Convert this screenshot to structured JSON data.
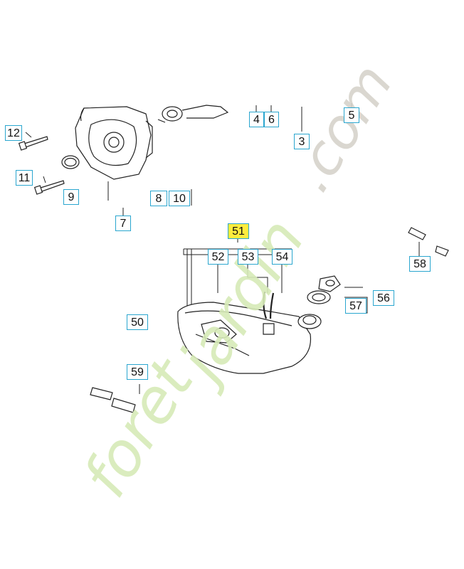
{
  "diagram": {
    "callouts": [
      {
        "id": "12",
        "label": "12"
      },
      {
        "id": "11",
        "label": "11"
      },
      {
        "id": "9",
        "label": "9"
      },
      {
        "id": "7",
        "label": "7"
      },
      {
        "id": "8",
        "label": "8"
      },
      {
        "id": "10",
        "label": "10"
      },
      {
        "id": "4",
        "label": "4"
      },
      {
        "id": "6",
        "label": "6"
      },
      {
        "id": "3",
        "label": "3"
      },
      {
        "id": "5",
        "label": "5"
      },
      {
        "id": "51",
        "label": "51",
        "highlighted": true
      },
      {
        "id": "52",
        "label": "52"
      },
      {
        "id": "53",
        "label": "53"
      },
      {
        "id": "54",
        "label": "54"
      },
      {
        "id": "50",
        "label": "50"
      },
      {
        "id": "57",
        "label": "57"
      },
      {
        "id": "56",
        "label": "56"
      },
      {
        "id": "58",
        "label": "58"
      },
      {
        "id": "59",
        "label": "59"
      }
    ]
  },
  "watermark": {
    "text": "foretjardin.com",
    "color_green": "#d7ebb8",
    "color_grey": "#d6d3cb"
  },
  "colors": {
    "callout_border": "#2aa6cf",
    "highlight": "#ffec3d"
  }
}
